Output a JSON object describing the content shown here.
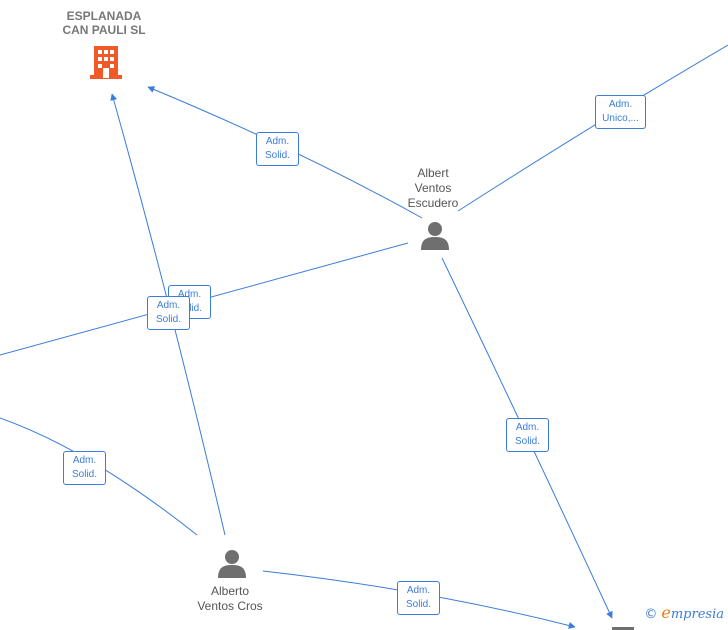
{
  "nodes": {
    "company": {
      "line1": "ESPLANADA",
      "line2": "CAN PAULI  SL"
    },
    "albert": {
      "line1": "Albert",
      "line2": "Ventos",
      "line3": "Escudero"
    },
    "alberto": {
      "line1": "Alberto",
      "line2": "Ventos Cros"
    }
  },
  "edge_labels": [
    {
      "line1": "Adm.",
      "line2": "Solid."
    },
    {
      "line1": "Adm.",
      "line2": "Unico,..."
    },
    {
      "line1": "Adm.",
      "line2": "Solid."
    },
    {
      "line1": "Adm.",
      "line2": "Solid."
    },
    {
      "line1": "Adm.",
      "line2": "Solid."
    },
    {
      "line1": "Adm.",
      "line2": "Solid."
    },
    {
      "line1": "Adm.",
      "line2": "Solid."
    }
  ],
  "watermark": {
    "symbol": "©",
    "initial": "e",
    "rest": "mpresia"
  },
  "colors": {
    "edge": "#3b7dd8",
    "company": "#f05a28",
    "person": "#6f6f6f",
    "brand": "#f07c16"
  }
}
